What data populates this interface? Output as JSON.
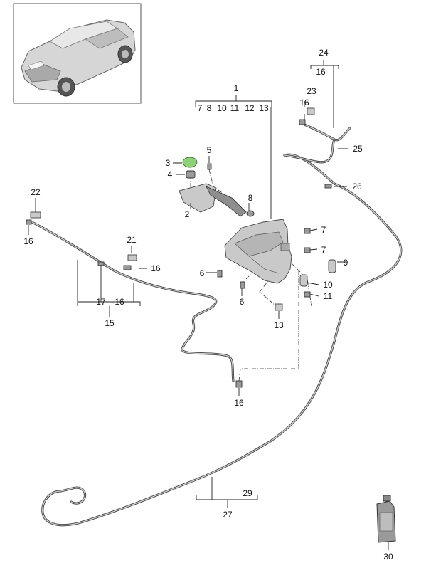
{
  "labels": {
    "l1": "1",
    "l2": "2",
    "l3": "3",
    "l4": "4",
    "l5": "5",
    "l6a": "6",
    "l6b": "6",
    "l7a": "7",
    "l7b": "7",
    "l8": "8",
    "l9": "9",
    "l10": "10",
    "l11": "11",
    "l13": "13",
    "l15": "15",
    "l16a": "16",
    "l16b": "16",
    "l16c": "16",
    "l16d": "16",
    "l16e": "16",
    "l16f": "16",
    "l17": "17",
    "l21": "21",
    "l22": "22",
    "l23": "23",
    "l24": "24",
    "l25": "25",
    "l26": "26",
    "l27": "27",
    "l29": "29",
    "l30": "30",
    "g1_7": "7",
    "g1_8": "8",
    "g1_10": "10",
    "g1_11": "11",
    "g1_12": "12",
    "g1_13": "13"
  },
  "colors": {
    "cap_green": "#8fd17a",
    "outline": "#444444",
    "tube": "#4a4a4a",
    "frame": "#555555"
  }
}
